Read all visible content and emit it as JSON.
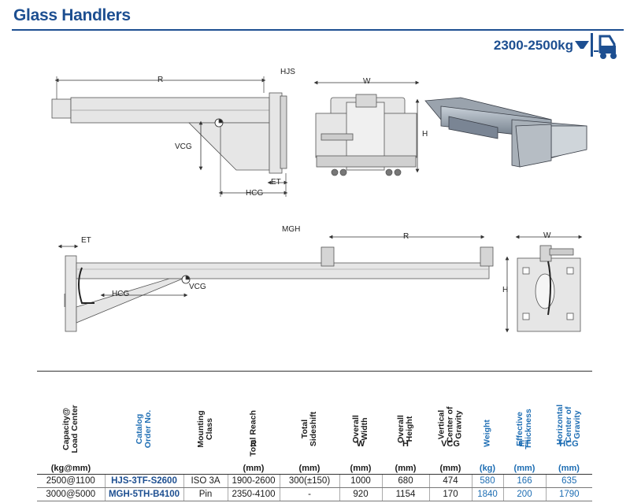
{
  "header": {
    "title": "Glass Handlers",
    "capacity": "2300-2500kg"
  },
  "diagrams": {
    "hjs": {
      "model": "HJS",
      "labels": {
        "r": "R",
        "vcg": "VCG",
        "et": "ET",
        "hcg": "HCG",
        "w": "W",
        "h": "H"
      }
    },
    "mgh": {
      "model": "MGH",
      "labels": {
        "r": "R",
        "vcg": "VCG",
        "et": "ET",
        "hcg": "HCG",
        "w": "W",
        "h": "H"
      }
    }
  },
  "table": {
    "columns": [
      {
        "header": "Capacity@\nLoad Center",
        "symbol": "",
        "unit": "(kg@mm)",
        "blue": false
      },
      {
        "header": "Catalog\nOrder No.",
        "symbol": "",
        "unit": "",
        "blue": true
      },
      {
        "header": "Mounting\nClass",
        "symbol": "",
        "unit": "",
        "blue": false
      },
      {
        "header": "Total Reach",
        "symbol": "R",
        "unit": "(mm)",
        "blue": false
      },
      {
        "header": "Total\nSideshift",
        "symbol": "",
        "unit": "(mm)",
        "blue": false
      },
      {
        "header": "Overall\nWidth",
        "symbol": "W",
        "unit": "(mm)",
        "blue": false
      },
      {
        "header": "Overall\nHeight",
        "symbol": "H",
        "unit": "(mm)",
        "blue": false
      },
      {
        "header": "Vertical\nCenter of\nGravity",
        "symbol": "VCG",
        "unit": "(mm)",
        "blue": false
      },
      {
        "header": "Weight",
        "symbol": "",
        "unit": "(kg)",
        "blue": true
      },
      {
        "header": "Effective\nThickness",
        "symbol": "ET",
        "unit": "(mm)",
        "blue": true
      },
      {
        "header": "Horizontal\nCenter of\nGravity",
        "symbol": "HCG",
        "unit": "(mm)",
        "blue": true
      }
    ],
    "rows": [
      [
        "2500@1100",
        "HJS-3TF-S2600",
        "ISO 3A",
        "1900-2600",
        "300(±150)",
        "1000",
        "680",
        "474",
        "580",
        "166",
        "635"
      ],
      [
        "3000@5000",
        "MGH-5TH-B4100",
        "Pin",
        "2350-4100",
        "-",
        "920",
        "1154",
        "170",
        "1840",
        "200",
        "1790"
      ]
    ]
  },
  "colors": {
    "brand": "#1d4f91",
    "accent": "#1d6db3"
  },
  "icons": {
    "capacity": "forklift-icon"
  }
}
